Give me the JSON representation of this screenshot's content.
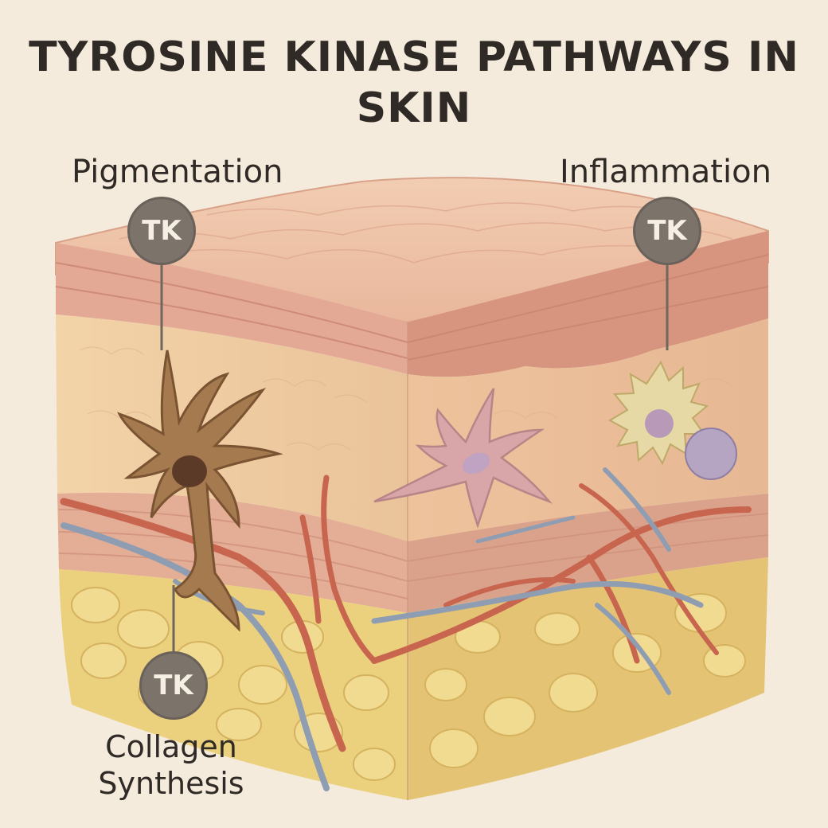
{
  "title": {
    "line1": "TYROSINE KINASE PATHWAYS IN",
    "line2": "SKIN"
  },
  "labels": {
    "pigmentation": "Pigmentation",
    "inflammation": "Inflammation",
    "collagen_line1": "Collagen",
    "collagen_line2": "Synthesis"
  },
  "badges": {
    "pigmentation": "TK",
    "inflammation": "TK",
    "collagen": "TK"
  },
  "colors": {
    "background": "#f4ebdc",
    "badge": "#7c746b",
    "epidermis": "#e8b9a0",
    "dermis": "#f0cfa4",
    "fat": "#ecd68a",
    "vessel_red": "#c8654f",
    "vessel_blue": "#8f9db3"
  }
}
